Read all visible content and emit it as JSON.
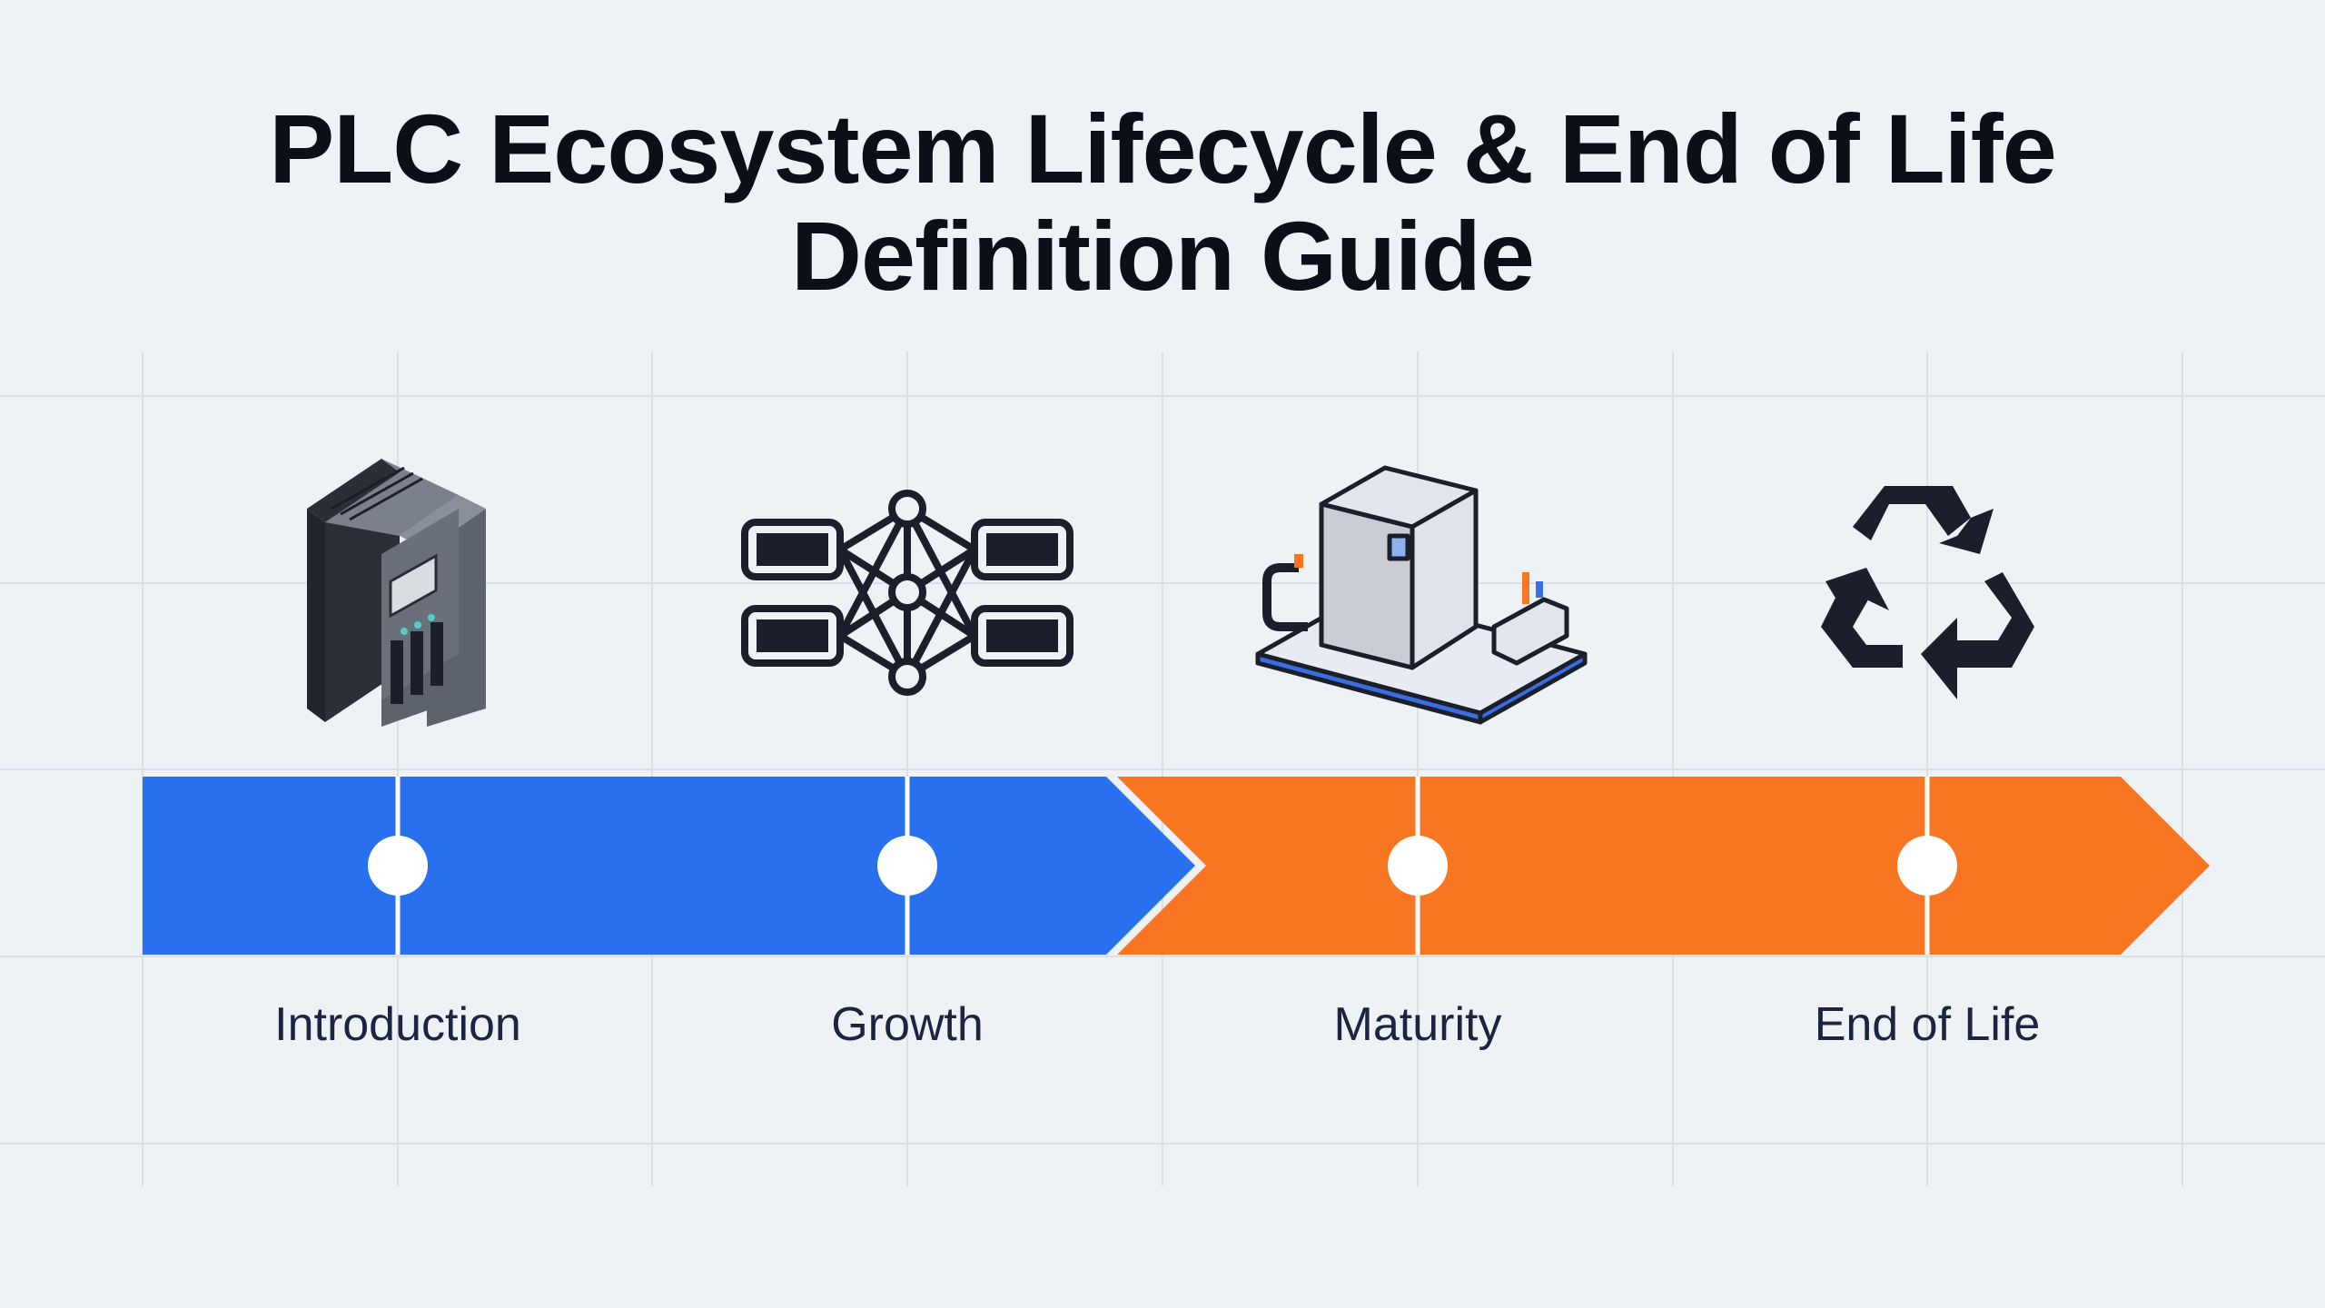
{
  "title": {
    "line1": "PLC Ecosystem Lifecycle & End of Life",
    "line2": "Definition Guide"
  },
  "colors": {
    "background": "#eef2f5",
    "grid": "#d9e0e7",
    "growth_phase": "#2970ee",
    "decline_phase": "#f87622",
    "icon_dark": "#1a1f2b",
    "label_text": "#1b2542"
  },
  "stages": [
    {
      "label": "Introduction",
      "icon": "plc-controller-icon"
    },
    {
      "label": "Growth",
      "icon": "network-nodes-icon"
    },
    {
      "label": "Maturity",
      "icon": "industrial-cabinet-icon"
    },
    {
      "label": "End of Life",
      "icon": "recycle-icon"
    }
  ]
}
